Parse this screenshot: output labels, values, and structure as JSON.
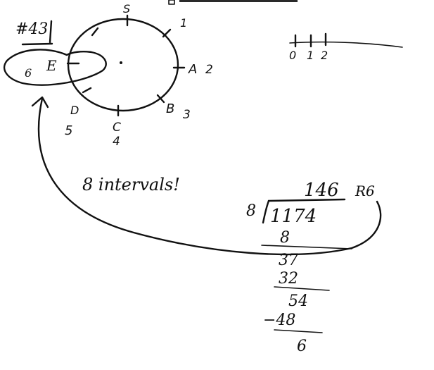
{
  "problem": {
    "number_label": "#43"
  },
  "circle": {
    "top_label": "S",
    "top_right_label": "1",
    "right_label_letter": "A",
    "right_label_number": "2",
    "lower_right_letter": "B",
    "lower_right_number": "3",
    "bottom_letter": "C",
    "bottom_number": "4",
    "lower_left_letter": "D",
    "lower_left_number": "5",
    "left_letter": "E",
    "left_number": "6"
  },
  "number_line": {
    "tick_labels": [
      "0",
      "1",
      "2"
    ]
  },
  "note": {
    "text": "8 intervals!"
  },
  "division": {
    "quotient": "146",
    "remainder_label": "R6",
    "divisor": "8",
    "dividend": "1174",
    "step1": "8",
    "step2": "37",
    "step3": "32",
    "step4": "54",
    "step5": "−48",
    "result": "6"
  }
}
